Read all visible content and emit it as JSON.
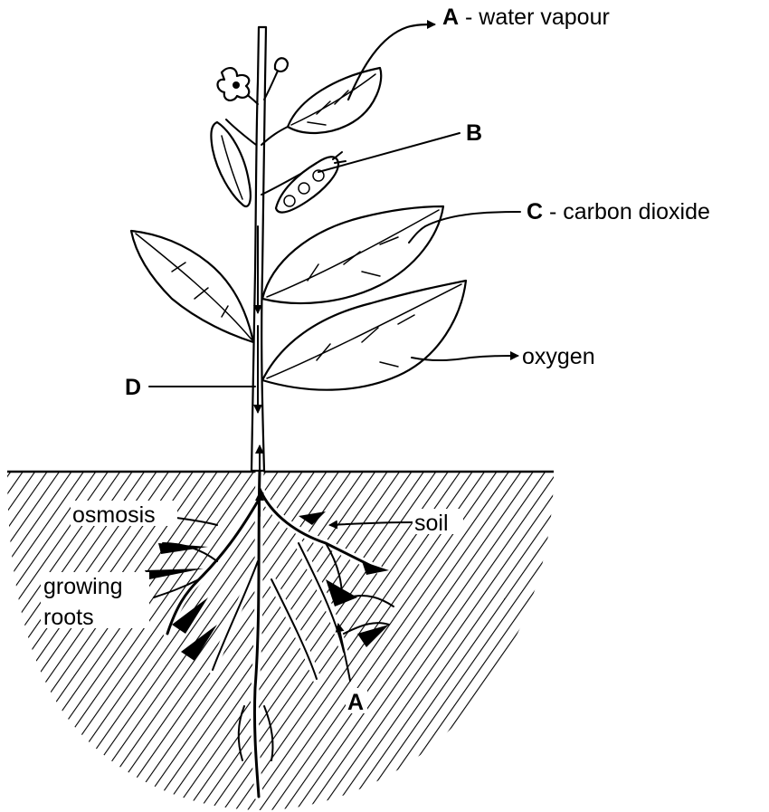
{
  "labels": {
    "a_top_letter": "A",
    "a_top_text": " - water vapour",
    "b_letter": "B",
    "c_letter": "C",
    "c_text": " - carbon dioxide",
    "oxygen": "oxygen",
    "d_letter": "D",
    "osmosis": "osmosis",
    "soil": "soil",
    "growing_line1": "growing",
    "growing_line2": "roots",
    "a_bottom_letter": "A"
  }
}
